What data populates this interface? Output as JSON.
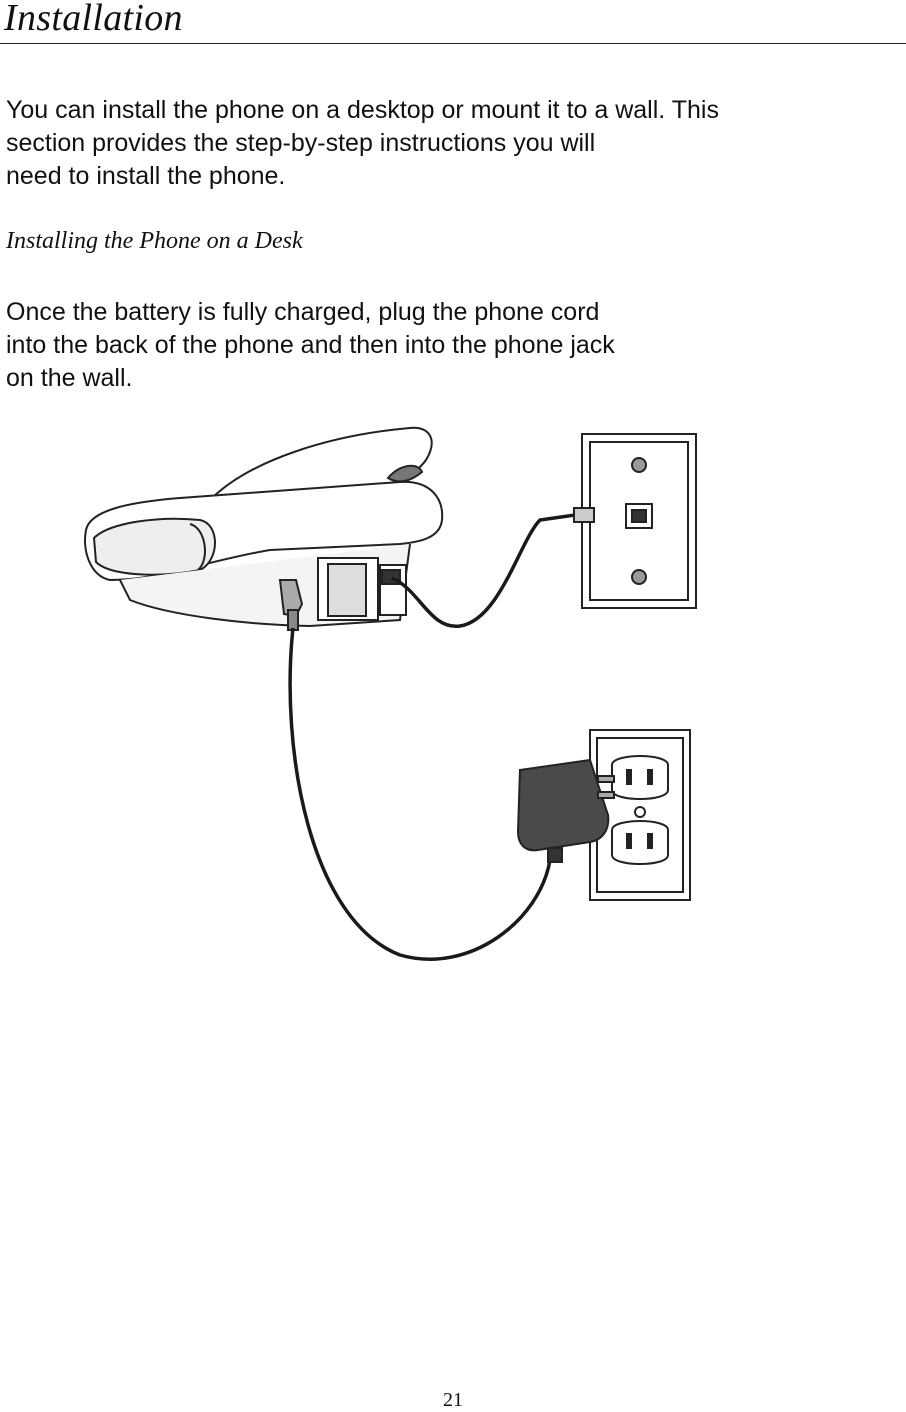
{
  "page": {
    "title": "Installation",
    "intro_lines": [
      "You can install the phone on a desktop or mount it to a wall. This",
      "section provides the step-by-step instructions you will",
      "need to install the phone."
    ],
    "section_heading": "Installing the Phone on a Desk",
    "desk_lines": [
      "Once the battery is fully charged, plug the phone cord",
      "into the back of the phone and then into the phone jack",
      "on the wall."
    ],
    "page_number": "21"
  },
  "figure": {
    "description_icon": "phone-desk-installation-illustration",
    "adapter_color": "#4a4a4a",
    "cord_color": "#1a1a1a"
  }
}
